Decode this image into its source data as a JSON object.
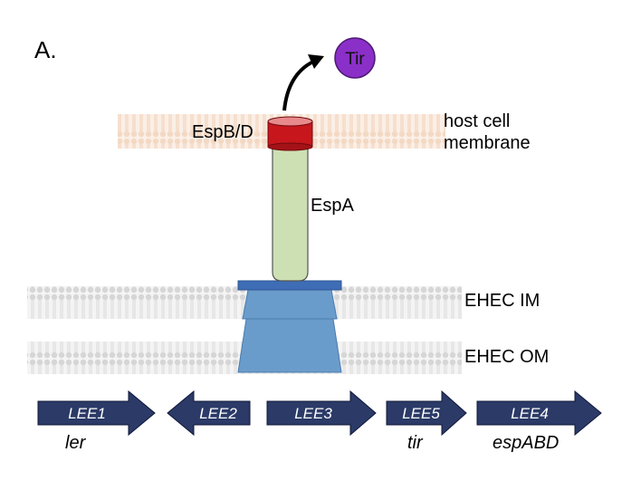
{
  "panel_label": "A.",
  "tir_label": "Tir",
  "host_membrane_label_line1": "host cell",
  "host_membrane_label_line2": "membrane",
  "espbd_label": "EspB/D",
  "espa_label": "EspA",
  "im_label": "EHEC IM",
  "om_label": "EHEC OM",
  "operons": [
    {
      "name": "LEE1",
      "gene": "ler",
      "direction": "right"
    },
    {
      "name": "LEE2",
      "gene": "",
      "direction": "left"
    },
    {
      "name": "LEE3",
      "gene": "",
      "direction": "right"
    },
    {
      "name": "LEE5",
      "gene": "tir",
      "direction": "right"
    },
    {
      "name": "LEE4",
      "gene": "espABD",
      "direction": "right"
    }
  ],
  "colors": {
    "tir_fill": "#8B2FC9",
    "espbd_fill": "#C8161D",
    "espa_fill": "#CDE0B4",
    "apparatus_fill": "#6A9CCB",
    "plate_fill": "#3E6DB5",
    "host_membrane": "#F3D9C4",
    "bacterial_membrane": "#D8D8D8",
    "operon_arrow": "#2B3A67"
  }
}
